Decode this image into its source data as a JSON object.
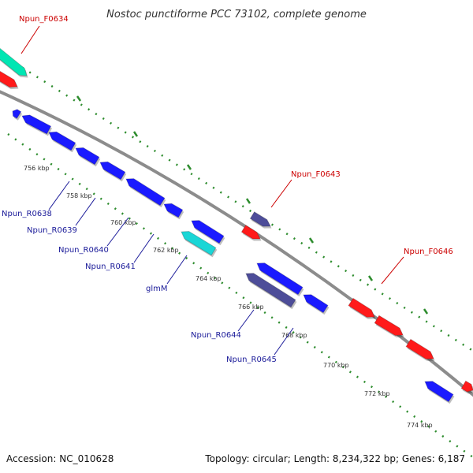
{
  "title": "Nostoc punctiforme PCC 73102, complete genome",
  "accession": "Accession: NC_010628",
  "topology": "Topology: circular; Length: 8,234,322 bp; Genes: 6,187",
  "colors": {
    "backbone": "#8c8c8c",
    "forward_gene": "#ff1a1a",
    "reverse_gene": "#1a1aff",
    "rna": "#00e6b3",
    "special_forward": "#4d4d99",
    "special_reverse": "#1ad6d6",
    "tick": "#2d8c2d",
    "forward_label": "#cc0000",
    "reverse_label": "#1a1a99"
  },
  "ticks": [
    {
      "label": "756 kbp"
    },
    {
      "label": "758 kbp"
    },
    {
      "label": "760 kbp"
    },
    {
      "label": "762 kbp"
    },
    {
      "label": "764 kbp"
    },
    {
      "label": "766 kbp"
    },
    {
      "label": "768 kbp"
    },
    {
      "label": "770 kbp"
    },
    {
      "label": "772 kbp"
    },
    {
      "label": "774 kbp"
    }
  ],
  "gene_labels": [
    {
      "name": "Npun_F0634",
      "strand": "forward"
    },
    {
      "name": "Npun_F0643",
      "strand": "forward"
    },
    {
      "name": "Npun_F0646",
      "strand": "forward"
    },
    {
      "name": "Npun_R0638",
      "strand": "reverse"
    },
    {
      "name": "Npun_R0639",
      "strand": "reverse"
    },
    {
      "name": "Npun_R0640",
      "strand": "reverse"
    },
    {
      "name": "Npun_R0641",
      "strand": "reverse"
    },
    {
      "name": "glmM",
      "strand": "reverse"
    },
    {
      "name": "Npun_R0644",
      "strand": "reverse"
    },
    {
      "name": "Npun_R0645",
      "strand": "reverse"
    }
  ]
}
